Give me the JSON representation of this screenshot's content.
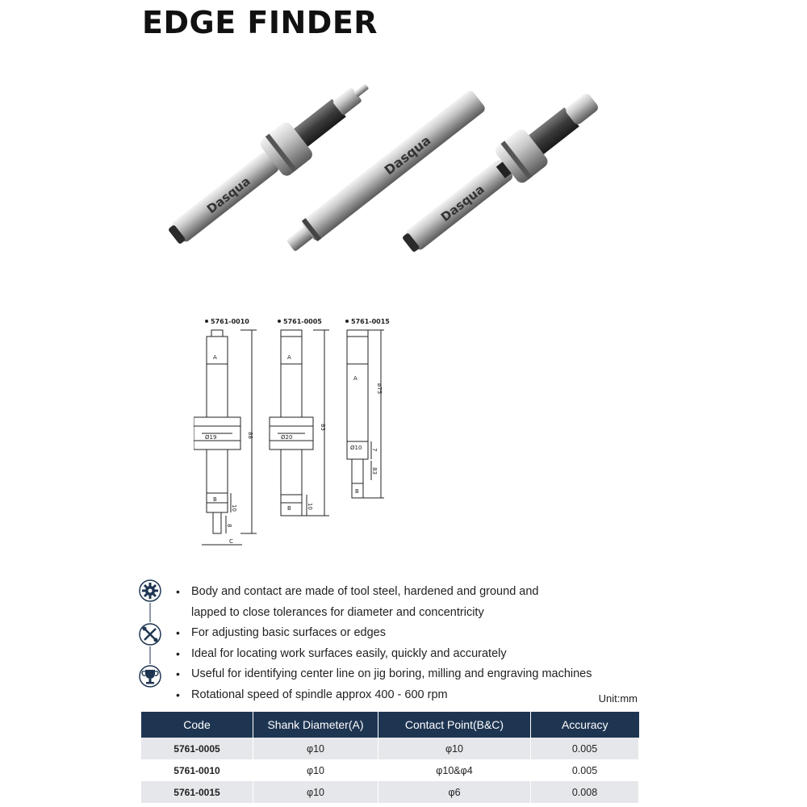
{
  "title": "EDGE FINDER",
  "photo": {
    "brand": "Dasqua"
  },
  "drawing": {
    "codes": [
      "5761-0010",
      "5761-0005",
      "5761-0015"
    ],
    "dims": {
      "a": "A",
      "b": "B",
      "c": "C",
      "d19": "Ø19",
      "d20": "Ø20",
      "d10": "Ø10",
      "l88": "88",
      "l83": "83",
      "l75": "ø75",
      "ten": "10",
      "eight": "8",
      "seven": "7"
    }
  },
  "features": [
    "Body and contact are made of tool steel, hardened and ground and",
    "lapped to close tolerances for diameter and concentricity",
    "For adjusting basic surfaces or edges",
    "Ideal for locating work surfaces easily, quickly and accurately",
    "Useful for identifying center line on jig boring, milling and engraving machines",
    "Rotational speed of spindle approx 400 - 600 rpm"
  ],
  "unit": "Unit:mm",
  "table": {
    "headers": [
      "Code",
      "Shank Diameter(A)",
      "Contact Point(B&C)",
      "Accuracy"
    ],
    "rows": [
      [
        "5761-0005",
        "φ10",
        "φ10",
        "0.005"
      ],
      [
        "5761-0010",
        "φ10",
        "φ10&φ4",
        "0.005"
      ],
      [
        "5761-0015",
        "φ10",
        "φ6",
        "0.008"
      ]
    ]
  },
  "icons": [
    "gear-icon",
    "tools-icon",
    "trophy-icon"
  ],
  "colors": {
    "table_header": "#1e3552",
    "row_shade": "#e6e7ea",
    "icon_dark": "#1e3552"
  }
}
